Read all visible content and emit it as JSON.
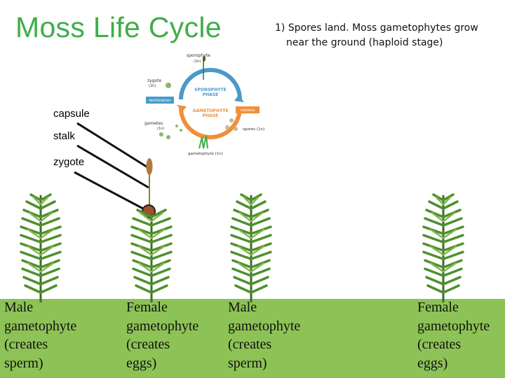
{
  "slide": {
    "title": "Moss Life Cycle",
    "step_text_line1": "1) Spores land.  Moss gametophytes grow",
    "step_text_line2": "near the ground (haploid stage)"
  },
  "labels": {
    "capsule": "capsule",
    "stalk": "stalk",
    "zygote": "zygote"
  },
  "diagram": {
    "sporophyte": "sporophyte",
    "sporophyte_ploidy": "(2n)",
    "zygote": "zygote",
    "zygote_ploidy": "(2n)",
    "sporophyte_phase_1": "SPOROPHYTE",
    "sporophyte_phase_2": "PHASE",
    "fertilization": "fertilization",
    "meiosis": "meiosis",
    "gametophyte_phase_1": "GAMETOPHYTE",
    "gametophyte_phase_2": "PHASE",
    "gametes": "gametes",
    "gametes_ploidy": "(1n)",
    "spores": "spores (1n)",
    "gametophyte": "gametophyte (1n)"
  },
  "plants": [
    {
      "line1": "Male",
      "line2": "gametophyte",
      "line3": "(creates",
      "line4": "sperm)"
    },
    {
      "line1": "Female",
      "line2": "gametophyte",
      "line3": "(creates",
      "line4": "eggs)"
    },
    {
      "line1": "Male",
      "line2": "gametophyte",
      "line3": "(creates",
      "line4": "sperm)"
    },
    {
      "line1": "Female",
      "line2": "gametophyte",
      "line3": "(creates",
      "line4": "eggs)"
    }
  ],
  "colors": {
    "title": "#3fae49",
    "ground": "#8dc356",
    "sporophyte_arc": "#4a9ac9",
    "gametophyte_arc": "#f0903a",
    "capsule": "#b07a3a",
    "zygote": "#a0522d"
  }
}
